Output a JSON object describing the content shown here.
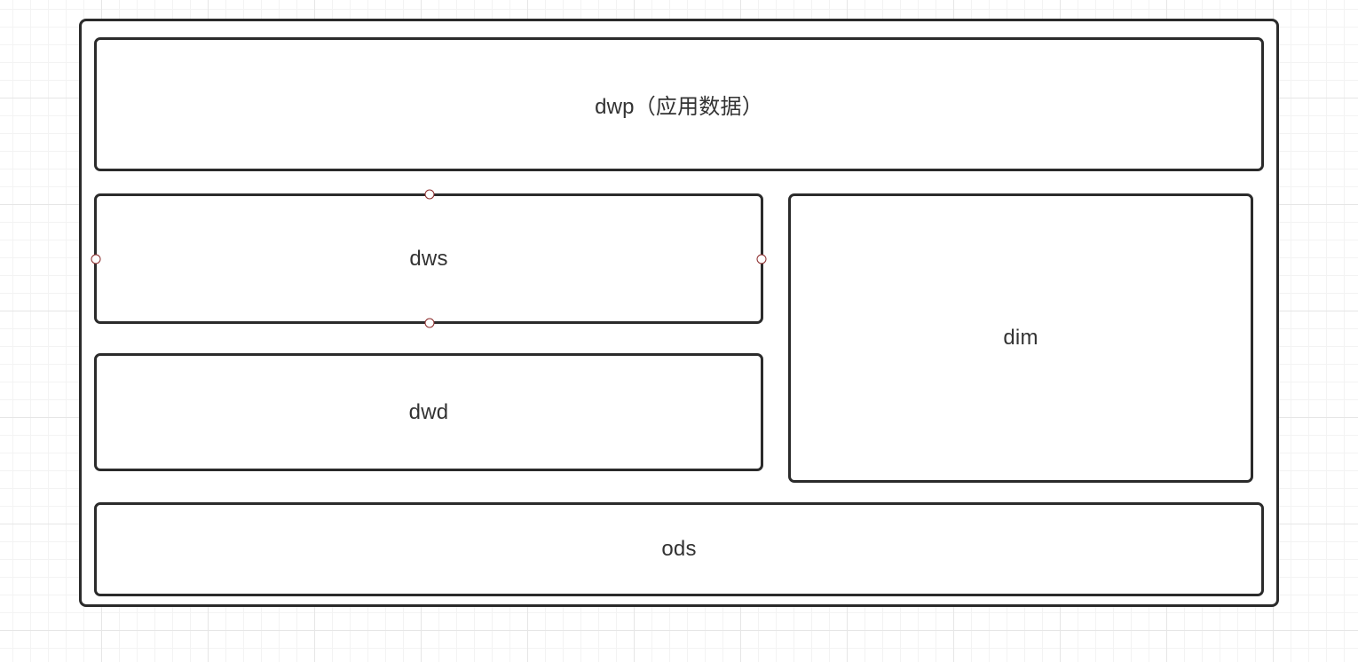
{
  "diagram": {
    "layers": {
      "dwp": "dwp（应用数据）",
      "dws": "dws",
      "dwd": "dwd",
      "dim": "dim",
      "ods": "ods"
    },
    "selected_shape": "dws",
    "colors": {
      "border": "#2b2b2b",
      "text": "#333333",
      "selection_handle": "#8b2a2a",
      "grid": "#e6e6e6"
    }
  }
}
